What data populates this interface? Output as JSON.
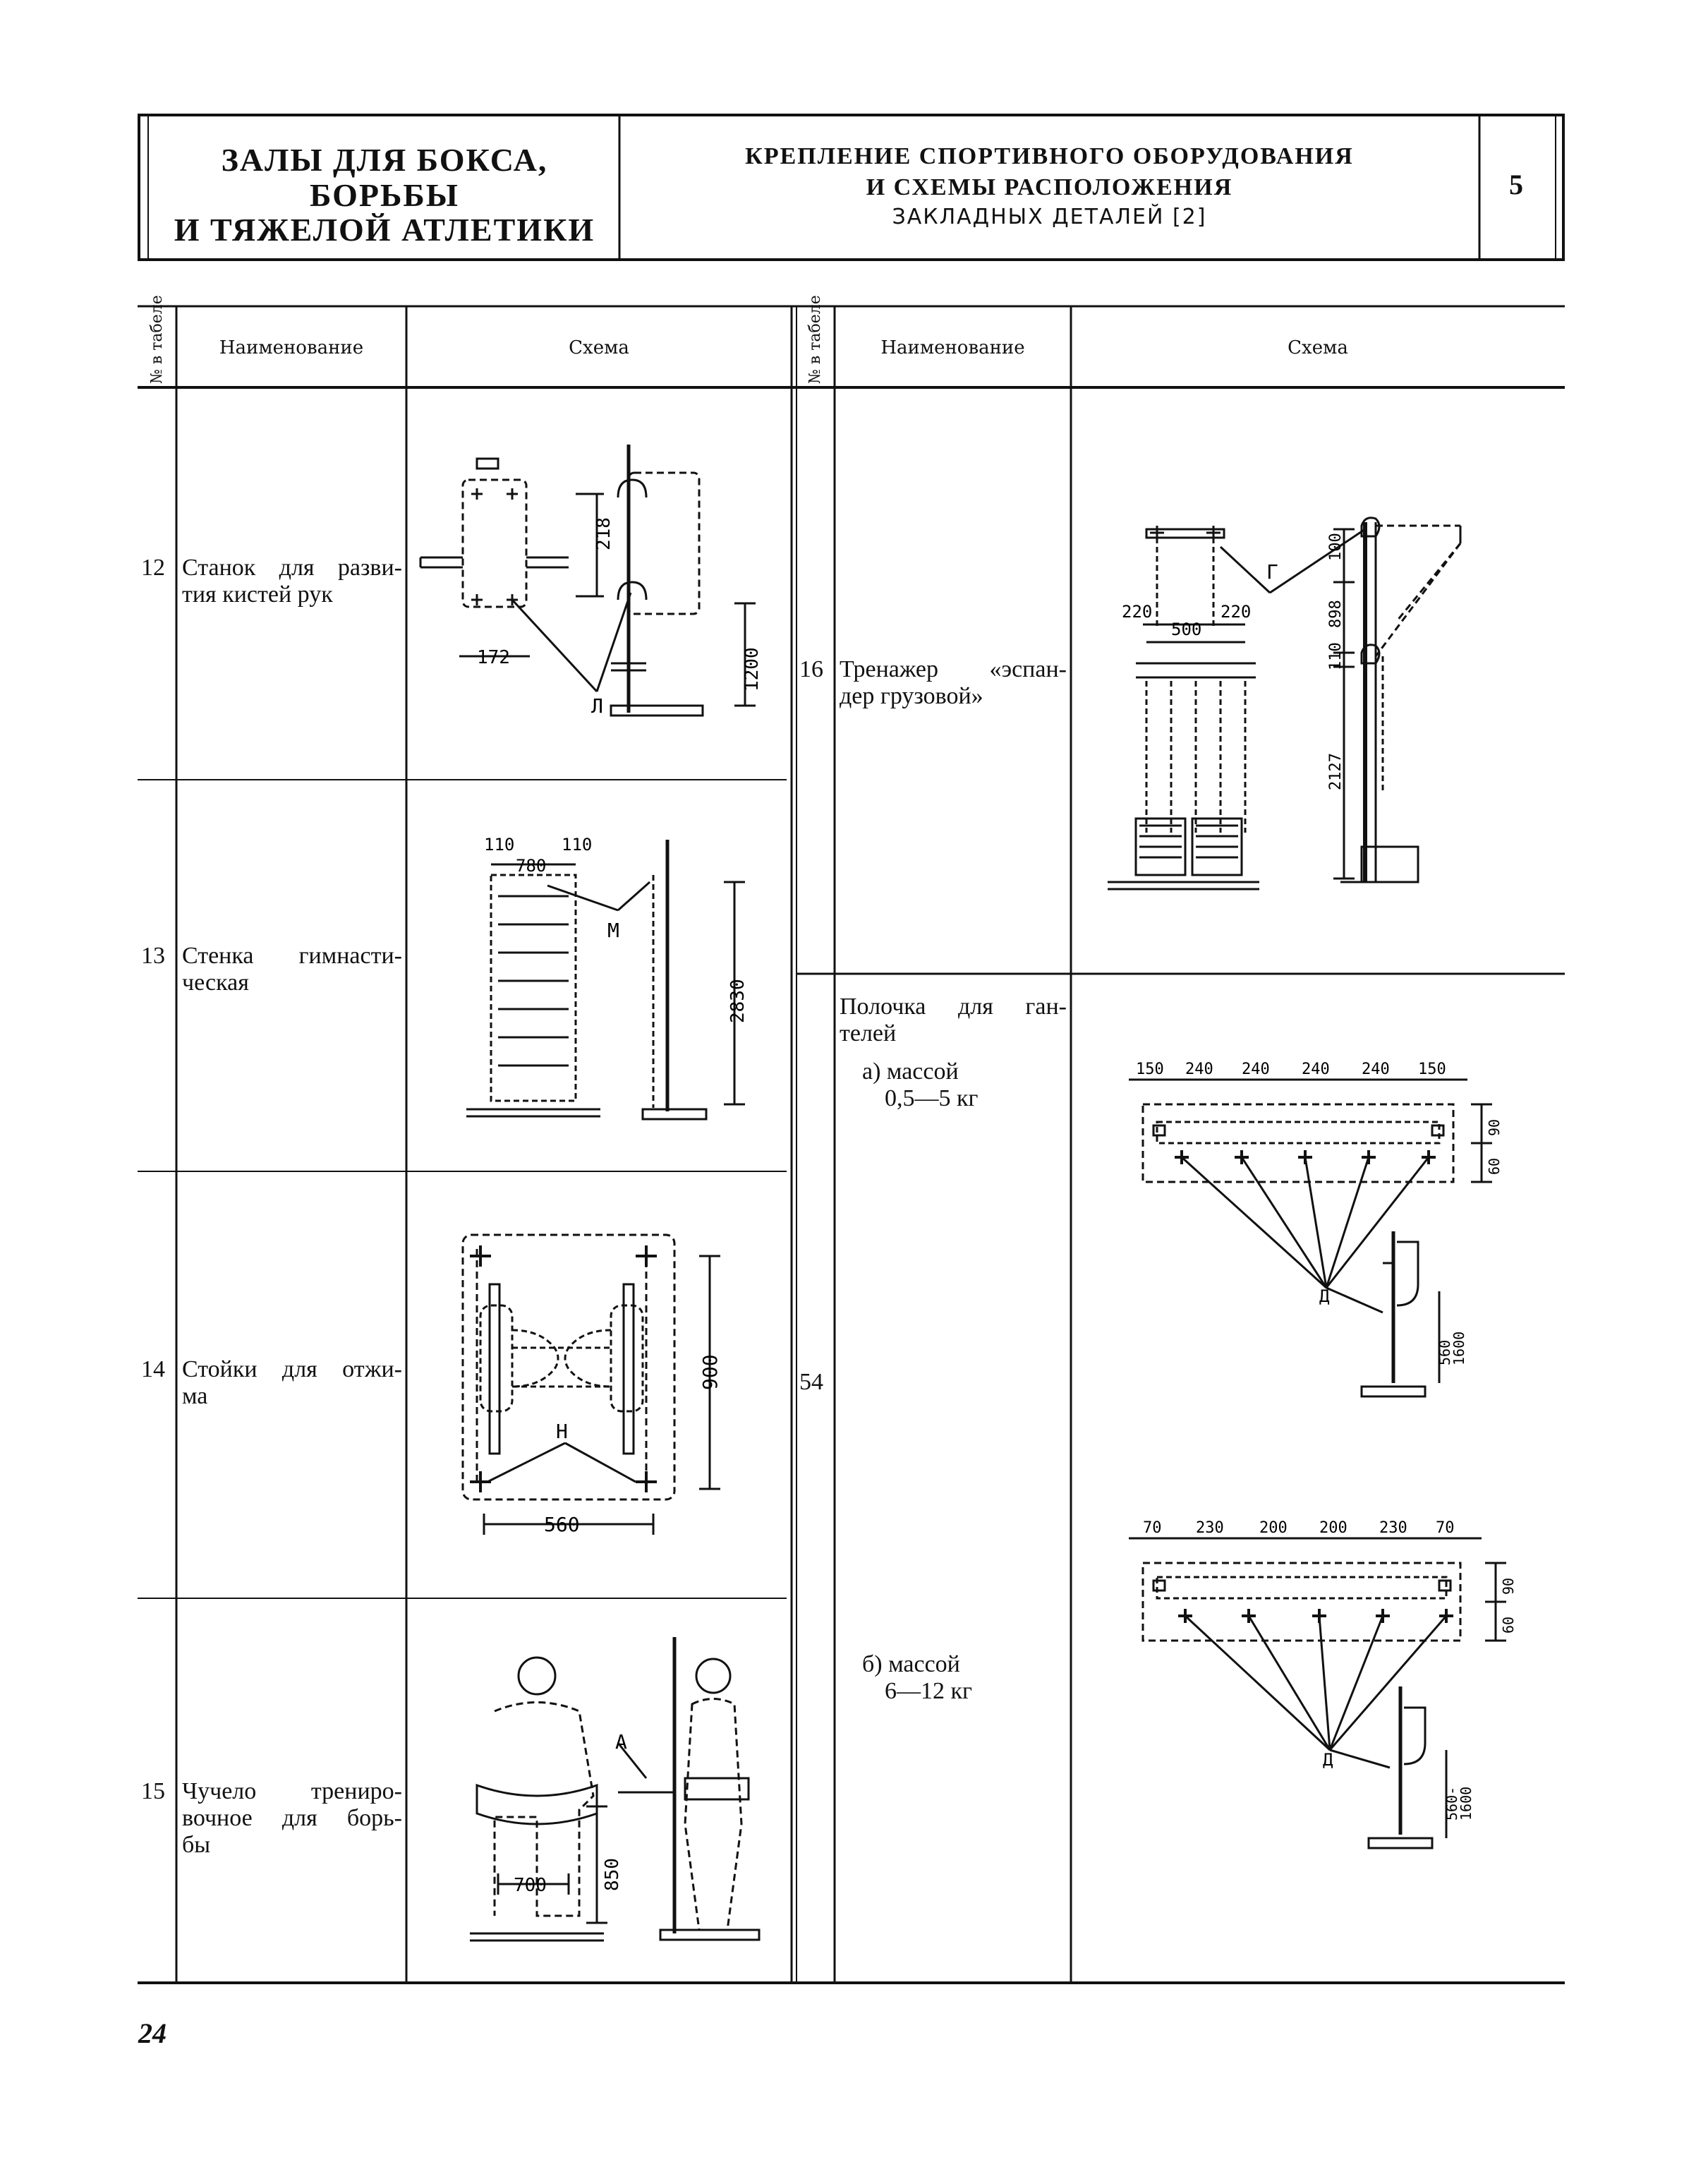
{
  "header": {
    "left_title": [
      "ЗАЛЫ ДЛЯ БОКСА,",
      "БОРЬБЫ",
      "И ТЯЖЕЛОЙ АТЛЕТИКИ"
    ],
    "center_title": [
      "КРЕПЛЕНИЕ СПОРТИВНОГО ОБОРУДОВАНИЯ",
      "И СХЕМЫ РАСПОЛОЖЕНИЯ",
      "ЗАКЛАДНЫХ ДЕТАЛЕЙ [2]"
    ],
    "sheet_number": "5"
  },
  "table": {
    "col_num": "№ в табеле",
    "col_name": "Наименование",
    "col_scheme": "Схема"
  },
  "rows": [
    {
      "num": "12",
      "name": [
        "Станок для разви-",
        "тия кистей рук"
      ],
      "dims": {
        "a": "218",
        "b": "172",
        "c": "1200",
        "mark": "Л"
      }
    },
    {
      "num": "13",
      "name": [
        "Стенка гимнасти-",
        "ческая"
      ],
      "dims": {
        "a": "110",
        "b": "110",
        "c": "780",
        "d": "2830",
        "mark": "М"
      }
    },
    {
      "num": "14",
      "name": [
        "Стойки для отжи-",
        "ма"
      ],
      "dims": {
        "a": "900",
        "b": "560",
        "mark": "Н"
      }
    },
    {
      "num": "15",
      "name": [
        "Чучело трениро-",
        "вочное для борь-",
        "бы"
      ],
      "dims": {
        "a": "700",
        "b": "850",
        "mark": "А"
      }
    },
    {
      "num": "16",
      "name": [
        "Тренажер «эспан-",
        "дер грузовой»"
      ],
      "dims": {
        "a": "220",
        "b": "500",
        "c": "220",
        "d": "100",
        "e": "898",
        "f": "110",
        "g": "2127",
        "mark": "Г"
      }
    },
    {
      "num": "54",
      "name": [
        "Полочка для ган-",
        "телей"
      ],
      "sub_a": [
        "а) массой",
        "0,5—5 кг"
      ],
      "sub_b": [
        "б) массой",
        "6—12 кг"
      ],
      "dims_a": {
        "top": [
          "150",
          "240",
          "240",
          "240",
          "240",
          "150"
        ],
        "v1": "90",
        "v2": "60",
        "h1": "560",
        "h2": "1600",
        "mark": "Д"
      },
      "dims_b": {
        "top": [
          "70",
          "230",
          "200",
          "200",
          "230",
          "70"
        ],
        "v1": "90",
        "v2": "60",
        "h1": "560-",
        "h2": "1600",
        "mark": "Д"
      }
    }
  ],
  "page_number": "24"
}
